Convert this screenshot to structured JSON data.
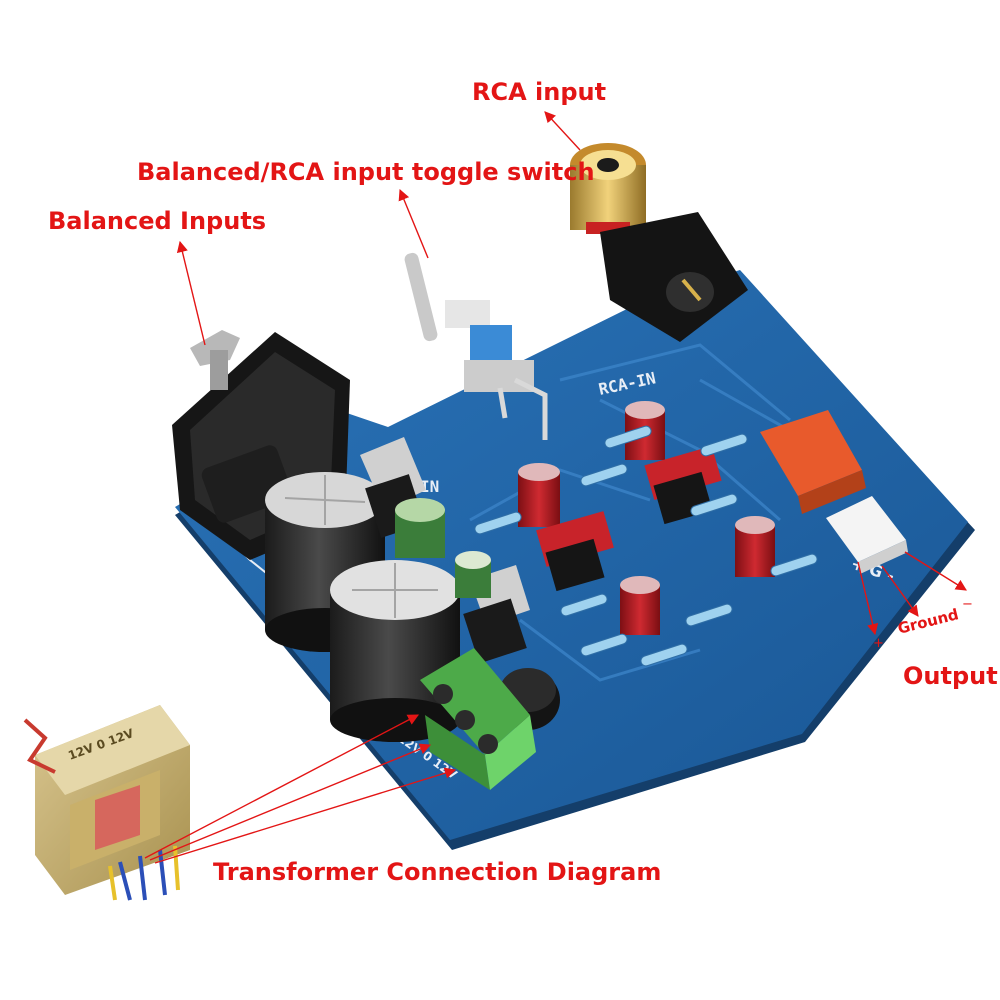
{
  "colors": {
    "label": "#e31515",
    "board": "#1f63a7",
    "terminal": "#5cc45a",
    "capacitor": "#b91a22",
    "relay": "#e85a2c",
    "chip": "#151515"
  },
  "labels": {
    "rca_input": "RCA input",
    "toggle_switch": "Balanced/RCA input toggle switch",
    "balanced_inputs": "Balanced Inputs",
    "output": "Output",
    "ground": "Ground",
    "plus": "+",
    "minus": "−",
    "transformer": "Transformer Connection Diagram"
  },
  "board_text": {
    "rca_in": "RCA-IN",
    "in": "IN",
    "output_pins": "+ G -",
    "power_pins": "12V 0 12V"
  },
  "transformer_text": {
    "primary": "12V 0 12V"
  }
}
